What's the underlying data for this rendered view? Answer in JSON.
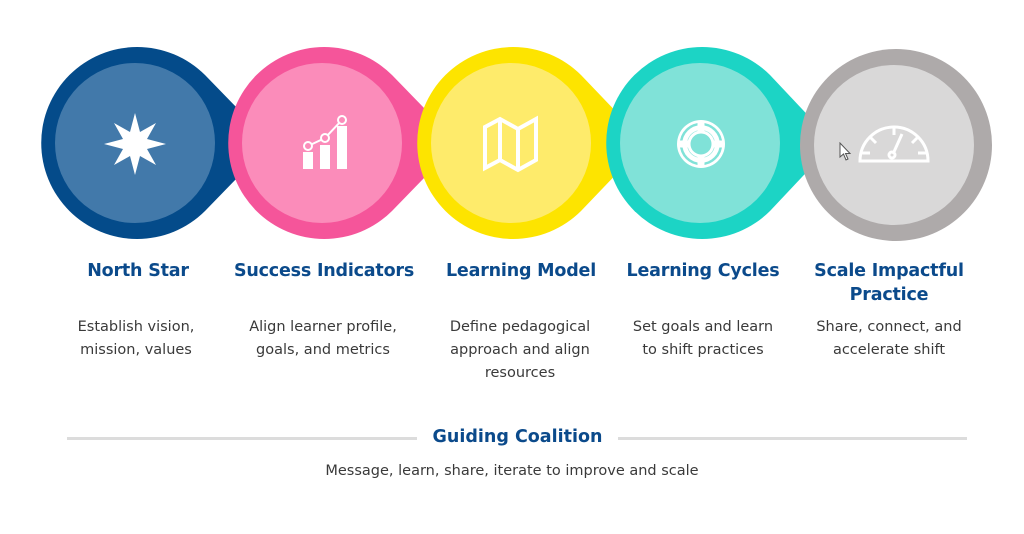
{
  "colors": {
    "title_blue": "#0b4a8b",
    "body_text": "#3a3a3a",
    "divider": "#dcdcdc"
  },
  "steps": [
    {
      "title": "North Star",
      "title_line2": "",
      "description_line1": "Establish vision,",
      "description_line2": "mission, values",
      "description_line3": "",
      "icon": "compass-star-icon",
      "outer_color": "#044b8a",
      "inner_color": "#4279aa"
    },
    {
      "title": "Success Indicators",
      "title_line2": "",
      "description_line1": "Align learner profile,",
      "description_line2": "goals, and metrics",
      "description_line3": "",
      "icon": "growth-chart-icon",
      "outer_color": "#f5559a",
      "inner_color": "#fb8cba"
    },
    {
      "title": "Learning Model",
      "title_line2": "",
      "description_line1": "Define pedagogical",
      "description_line2": "approach and align",
      "description_line3": "resources",
      "icon": "map-icon",
      "outer_color": "#fde400",
      "inner_color": "#feeb6b"
    },
    {
      "title": "Learning Cycles",
      "title_line2": "",
      "description_line1": "Set goals and learn",
      "description_line2": "to shift practices",
      "description_line3": "",
      "icon": "lifebuoy-icon",
      "outer_color": "#1cd4c5",
      "inner_color": "#80e2d8"
    },
    {
      "title": "Scale Impactful",
      "title_line2": "Practice",
      "description_line1": "Share, connect, and",
      "description_line2": "accelerate shift",
      "description_line3": "",
      "icon": "speedometer-icon",
      "outer_color": "#aeaaaa",
      "inner_color": "#d9d8d8"
    }
  ],
  "coalition": {
    "title": "Guiding Coalition",
    "description": "Message, learn, share, iterate to improve and scale"
  }
}
